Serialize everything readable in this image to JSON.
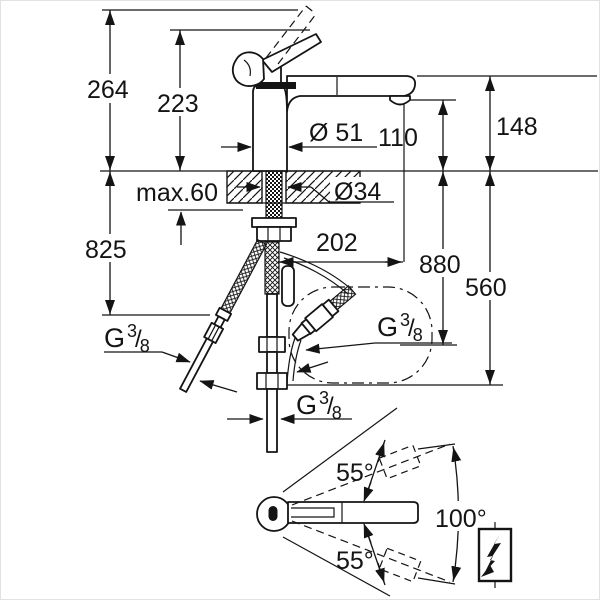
{
  "page": {
    "background": "#ffffff",
    "line_color": "#141414"
  },
  "side_view": {
    "dims": {
      "overall_height": "264",
      "handle_height": "223",
      "base_diameter": "Ø 51",
      "spout_underside_height": "110",
      "spout_top_height": "148",
      "max_mounting_thickness": "max.60",
      "hole_diameter": "Ø34",
      "left_hose_length": "825",
      "spout_reach": "202",
      "pullout_hose_length": "880",
      "supply_hose_length": "560"
    },
    "thread": {
      "prefix": "G",
      "sup": "3",
      "slash": "/",
      "sub": "8"
    }
  },
  "top_view": {
    "angles": {
      "upper_swivel": "55°",
      "lower_swivel": "55°",
      "total_swivel": "100°"
    }
  },
  "icons": {
    "lightning_bolt": "⚡"
  }
}
